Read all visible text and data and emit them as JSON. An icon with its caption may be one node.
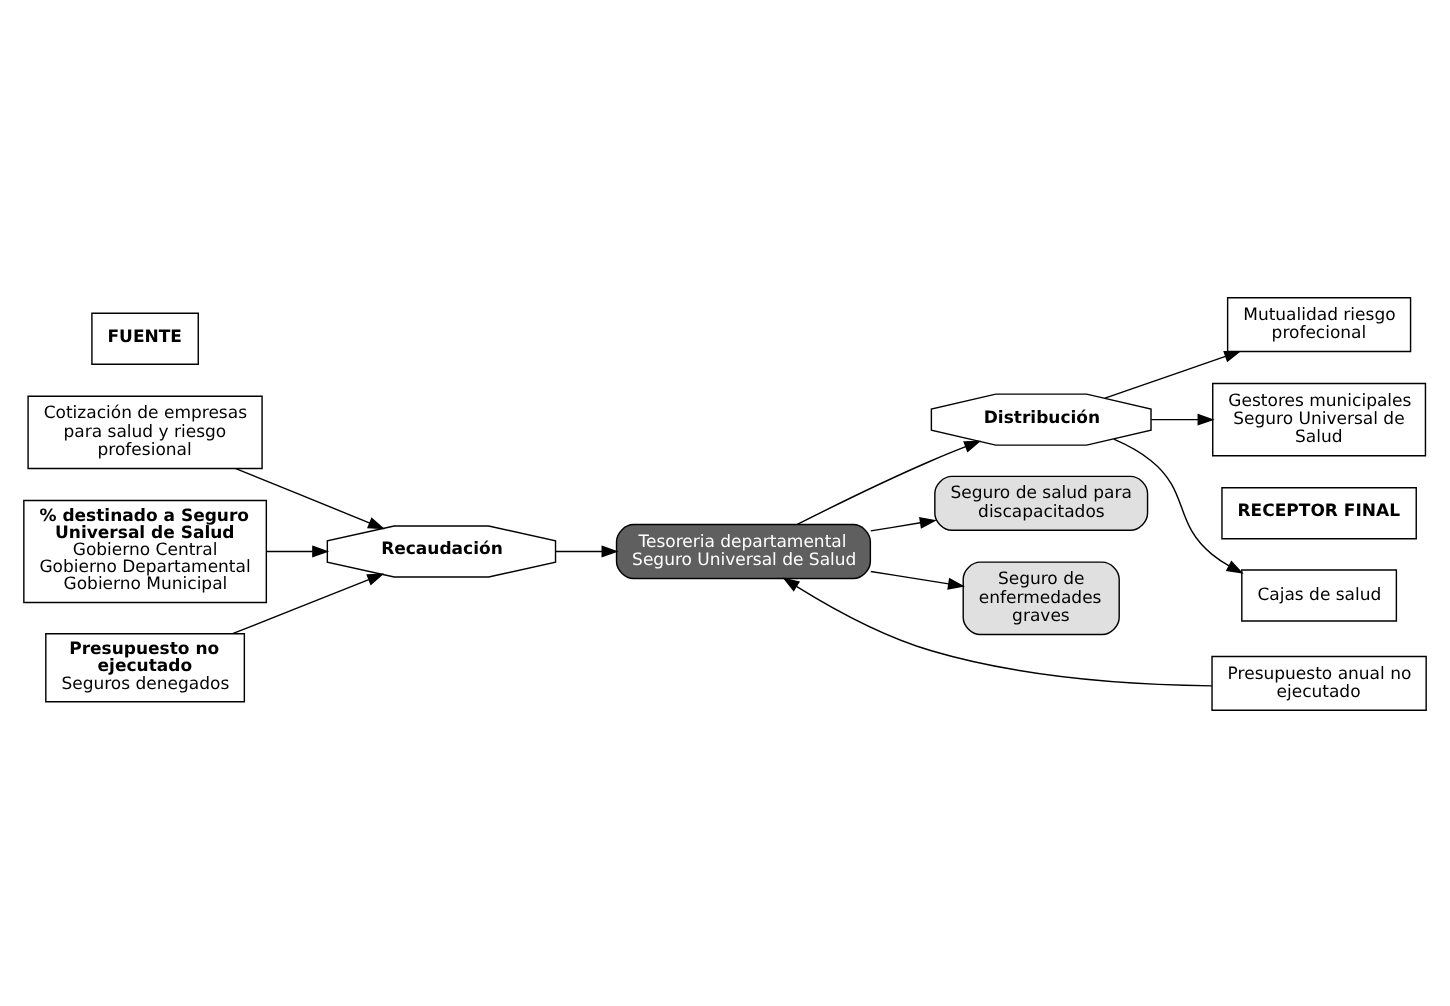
{
  "diagram": {
    "nodes": [
      {
        "text": [
          "FUENTE"
        ]
      },
      {
        "text": [
          "RECEPTOR FINAL"
        ]
      },
      {
        "text": [
          "Cotización de empresas para salud y riesgo profesional"
        ]
      },
      {
        "text": [
          "% destinado a Seguro Universal de Salud",
          "Gobierno Central",
          "Gobierno Departamental",
          "Gobierno Municipal"
        ]
      },
      {
        "text": [
          "Presupuesto no ejecutado",
          "Seguros denegados"
        ]
      },
      {
        "text": [
          "Recaudación"
        ]
      },
      {
        "text": [
          "Distribución"
        ]
      },
      {
        "text": [
          "Tesoreria departamental Seguro Universal de Salud"
        ]
      },
      {
        "text": [
          "Cajas de salud"
        ]
      },
      {
        "text": [
          "Gestores municipales Seguro Universal de Salud"
        ]
      },
      {
        "text": [
          "Mutualidad riesgo profecional"
        ]
      },
      {
        "text": [
          "Presupuesto anual no ejecutado"
        ]
      },
      {
        "text": [
          "Seguro de salud para discapacitados"
        ]
      },
      {
        "text": [
          "Seguro de enfermedades graves"
        ]
      }
    ],
    "edges": [
      {
        "from": 2,
        "to": 5,
        "arrow": "to"
      },
      {
        "from": 3,
        "to": 5,
        "arrow": "to"
      },
      {
        "from": 4,
        "to": 5,
        "arrow": "to"
      },
      {
        "from": 5,
        "to": 7,
        "arrow": "to"
      },
      {
        "from": 7,
        "to": 6,
        "arrow": "to"
      },
      {
        "from": 6,
        "to": 8,
        "arrow": "to"
      },
      {
        "from": 6,
        "to": 9,
        "arrow": "to"
      },
      {
        "from": 6,
        "to": 10,
        "arrow": "to"
      },
      {
        "from": 11,
        "to": 7,
        "arrow": "to"
      },
      {
        "from": 7,
        "to": 12,
        "arrow": "to"
      },
      {
        "from": 7,
        "to": 13,
        "arrow": "to"
      }
    ]
  }
}
